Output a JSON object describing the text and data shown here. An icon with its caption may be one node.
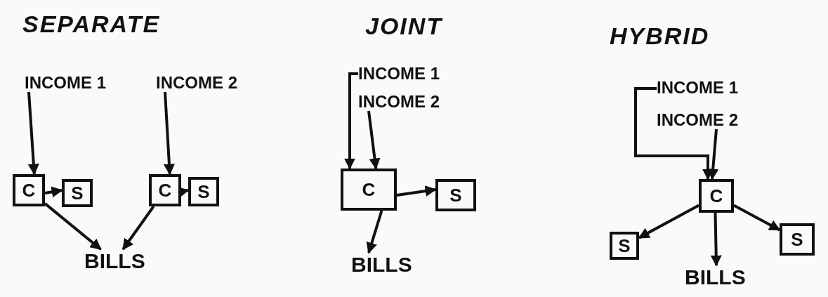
{
  "diagram": {
    "nodes": [
      {
        "text": [
          "INCOME 1"
        ]
      },
      {
        "text": [
          "INCOME 2"
        ]
      },
      {
        "text": [
          "C"
        ]
      },
      {
        "text": [
          "S"
        ]
      },
      {
        "text": [
          "C"
        ]
      },
      {
        "text": [
          "S"
        ]
      },
      {
        "text": [
          "BILLS"
        ]
      },
      {
        "text": [
          "INCOME 1"
        ]
      },
      {
        "text": [
          "INCOME 2"
        ]
      },
      {
        "text": [
          "C"
        ]
      },
      {
        "text": [
          "S"
        ]
      },
      {
        "text": [
          "BILLS"
        ]
      },
      {
        "text": [
          "INCOME 1"
        ]
      },
      {
        "text": [
          "INCOME 2"
        ]
      },
      {
        "text": [
          "C"
        ]
      },
      {
        "text": [
          "S"
        ]
      },
      {
        "text": [
          "BILLS"
        ]
      },
      {
        "text": [
          "S"
        ]
      }
    ],
    "edges": [
      {
        "from": 0,
        "to": 2,
        "arrow": "to"
      },
      {
        "from": 2,
        "to": 3,
        "arrow": "to"
      },
      {
        "from": 2,
        "to": 6,
        "arrow": "to"
      },
      {
        "from": 1,
        "to": 4,
        "arrow": "to"
      },
      {
        "from": 4,
        "to": 5,
        "arrow": "to"
      },
      {
        "from": 4,
        "to": 6,
        "arrow": "to"
      },
      {
        "from": 7,
        "to": 9,
        "arrow": "to"
      },
      {
        "from": 8,
        "to": 9,
        "arrow": "to"
      },
      {
        "from": 9,
        "to": 10,
        "arrow": "to"
      },
      {
        "from": 9,
        "to": 11,
        "arrow": "to"
      },
      {
        "from": 12,
        "to": 14,
        "arrow": "to"
      },
      {
        "from": 13,
        "to": 14,
        "arrow": "to"
      },
      {
        "from": 14,
        "to": 15,
        "arrow": "to"
      },
      {
        "from": 14,
        "to": 16,
        "arrow": "to"
      },
      {
        "from": 14,
        "to": 17,
        "arrow": "to"
      }
    ],
    "labels": [
      "SEPARATE",
      "JOINT",
      "HYBRID"
    ]
  }
}
